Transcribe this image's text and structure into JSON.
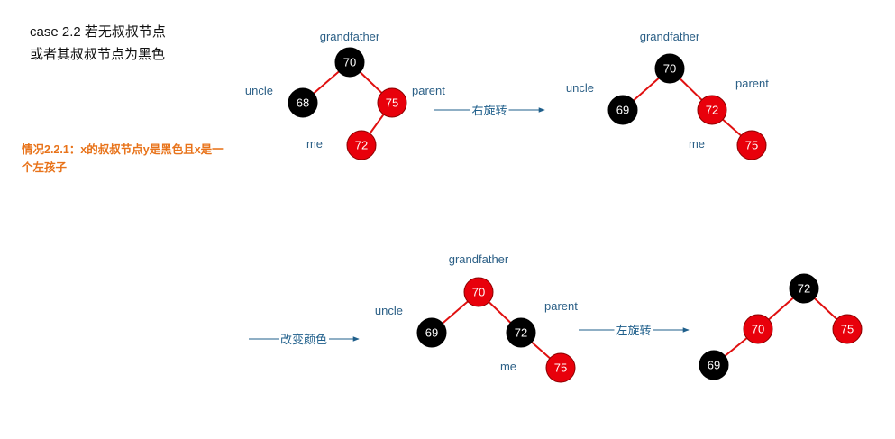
{
  "title": {
    "line1": "case 2.2 若无叔叔节点",
    "line2": "或者其叔叔节点为黑色"
  },
  "note": "情况2.2.1：x的叔叔节点y是黑色且x是一个左孩子",
  "colors": {
    "red": "#e8000b",
    "black": "#000000",
    "edge": "#e01010",
    "label": "#2b5f86",
    "note": "#e8731a"
  },
  "trees": [
    {
      "nodes": [
        {
          "id": "gf",
          "value": "70",
          "color": "black"
        },
        {
          "id": "uncle",
          "value": "68",
          "color": "black"
        },
        {
          "id": "parent",
          "value": "75",
          "color": "red"
        },
        {
          "id": "me",
          "value": "72",
          "color": "red"
        }
      ],
      "labels": [
        "grandfather",
        "uncle",
        "parent",
        "me"
      ]
    },
    {
      "nodes": [
        {
          "id": "gf",
          "value": "70",
          "color": "black"
        },
        {
          "id": "uncle",
          "value": "69",
          "color": "black"
        },
        {
          "id": "parent",
          "value": "72",
          "color": "red"
        },
        {
          "id": "me",
          "value": "75",
          "color": "red"
        }
      ],
      "labels": [
        "grandfather",
        "uncle",
        "parent",
        "me"
      ]
    },
    {
      "nodes": [
        {
          "id": "gf",
          "value": "70",
          "color": "red"
        },
        {
          "id": "uncle",
          "value": "69",
          "color": "black"
        },
        {
          "id": "parent",
          "value": "72",
          "color": "black"
        },
        {
          "id": "me",
          "value": "75",
          "color": "red"
        }
      ],
      "labels": [
        "grandfather",
        "uncle",
        "parent",
        "me"
      ]
    },
    {
      "nodes": [
        {
          "id": "root",
          "value": "72",
          "color": "black"
        },
        {
          "id": "left",
          "value": "70",
          "color": "red"
        },
        {
          "id": "right",
          "value": "75",
          "color": "red"
        },
        {
          "id": "leftleft",
          "value": "69",
          "color": "black"
        }
      ],
      "labels": []
    }
  ],
  "arrows": [
    "右旋转",
    "改变颜色",
    "左旋转"
  ]
}
